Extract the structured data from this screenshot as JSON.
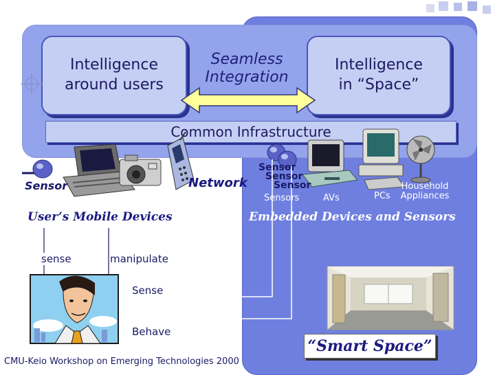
{
  "boxes": {
    "left": "Intelligence around users",
    "right": "Intelligence in “Space”",
    "integration": "Seamless Integration"
  },
  "infrastructure": "Common Infrastructure",
  "labels": {
    "sensor_left": "Sensor",
    "network": "Network",
    "sensor_1": "Sensor",
    "sensor_2": "Sensor",
    "sensor_3": "Sensor",
    "sensors": "Sensors",
    "avs": "AVs",
    "pcs": "PCs",
    "household": "Household Appliances",
    "mobile_devices": "User’s Mobile Devices",
    "embedded": "Embedded Devices and Sensors",
    "sense_lower": "sense",
    "manipulate": "manipulate",
    "sense_cap": "Sense",
    "behave": "Behave",
    "smart_space": "“Smart Space”",
    "footer": "CMU-Keio Workshop on Emerging Technologies 2000"
  }
}
